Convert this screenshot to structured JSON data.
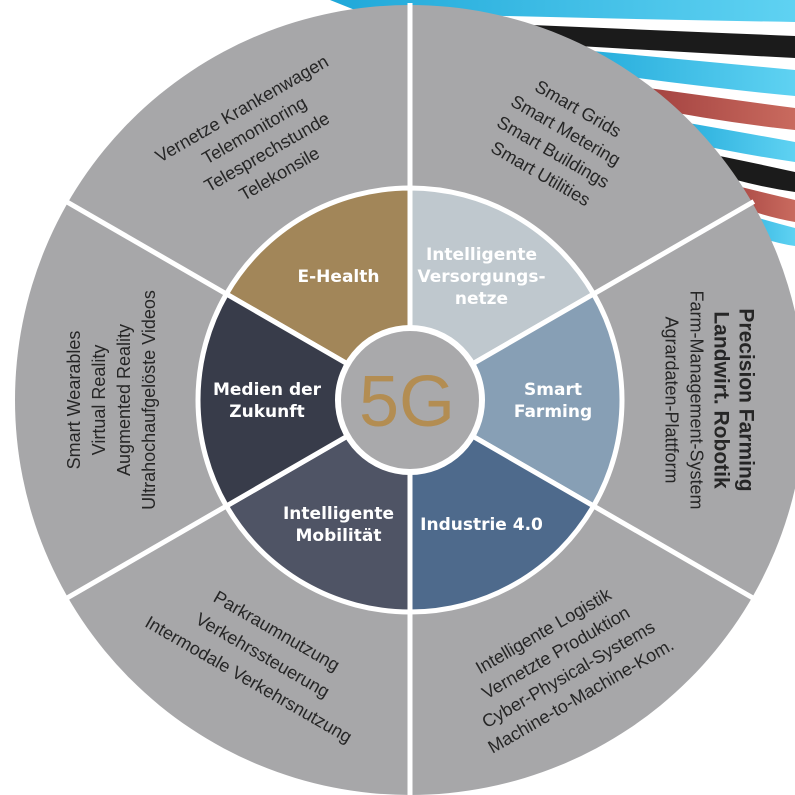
{
  "center": {
    "label": "5G"
  },
  "colors": {
    "outer_ring": "#a7a7a9",
    "separator": "#ffffff",
    "center_fill": "#a9a9ab",
    "center_text": "#b38d52",
    "outer_text": "#262626",
    "inner_text": "#ffffff"
  },
  "segments": [
    {
      "id": "ehealth",
      "label_lines": [
        "E-Health"
      ],
      "inner_color": "#a28659",
      "items": [
        "Vernetze Krankenwagen",
        "Telemonitoring",
        "Telesprechstunde",
        "Telekonsile"
      ]
    },
    {
      "id": "versorgung",
      "label_lines": [
        "Intelligente",
        "Versorgungs-",
        "netze"
      ],
      "inner_color": "#bfc8ce",
      "items": [
        "Smart Grids",
        "Smart Metering",
        "Smart Buildings",
        "Smart Utilities"
      ]
    },
    {
      "id": "farming",
      "label_lines": [
        "Smart",
        "Farming"
      ],
      "inner_color": "#879fb5",
      "items": [
        "Precision Farming",
        "Landwirt. Robotik",
        "Farm-Management-System",
        "Agrardaten-Plattform"
      ]
    },
    {
      "id": "industrie",
      "label_lines": [
        "Industrie 4.0"
      ],
      "inner_color": "#4e6a8c",
      "items": [
        "Intelligente Logistik",
        "Vernetzte Produktion",
        "Cyber-Physical-Systems",
        "Machine-to-Machine-Kom."
      ]
    },
    {
      "id": "mobilitaet",
      "label_lines": [
        "Intelligente",
        "Mobilität"
      ],
      "inner_color": "#4f5465",
      "items": [
        "Parkraumnutzung",
        "Verkehrssteuerung",
        "Intermodale Verkehrsnutzung"
      ]
    },
    {
      "id": "medien",
      "label_lines": [
        "Medien der",
        "Zukunft"
      ],
      "inner_color": "#383c4a",
      "items": [
        "Smart Wearables",
        "Virtual Reality",
        "Augmented Reality",
        "Ultrahochaufgelöste Videos"
      ]
    }
  ]
}
